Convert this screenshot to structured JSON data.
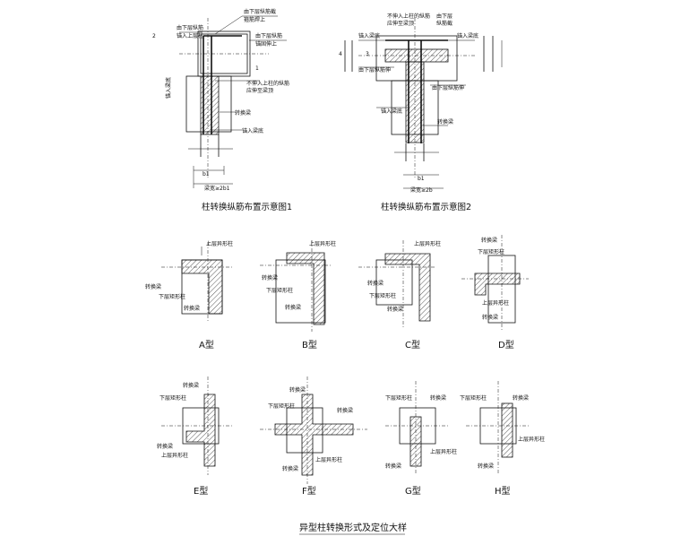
{
  "fig1": {
    "caption": "柱转换纵筋布置示意图1",
    "labels": {
      "l1": "由下层纵筋截",
      "l2": "箍筋焊上",
      "l3": "由下层纵筋",
      "l4": "锚入上层柱",
      "l5": "由下层纵筋",
      "l6": "锚固伸上",
      "l7": "不伸入上柱的纵筋",
      "l8": "应伸至梁顶",
      "l9": "转换梁",
      "l10": "锚入梁底",
      "l11": "锚入梁底",
      "dim": "梁宽≥2b1",
      "n2": "2",
      "n1": "1"
    }
  },
  "fig2": {
    "caption": "柱转换纵筋布置示意图2",
    "labels": {
      "l1": "不伸入上柱的纵筋",
      "l2": "应伸至梁顶",
      "l3": "由下层",
      "l4": "纵筋截",
      "l5": "锚入梁底",
      "l6": "锚入梁底",
      "l7": "由下层纵筋伸",
      "l8": "由下层纵筋伸",
      "l9": "锚入梁底",
      "l10": "转换梁",
      "dim": "梁宽≥2b",
      "n3": "3",
      "n4": "4"
    }
  },
  "types": [
    {
      "name": "A型",
      "upper": "上层异形柱",
      "lower": "下层矩形柱",
      "beam1": "转换梁",
      "beam2": "转换梁"
    },
    {
      "name": "B型",
      "upper": "上层异形柱",
      "lower": "下层矩形柱",
      "beam1": "转换梁",
      "beam2": "转换梁"
    },
    {
      "name": "C型",
      "upper": "上层异形柱",
      "lower": "下层矩形柱",
      "beam1": "转换梁",
      "beam2": "转换梁"
    },
    {
      "name": "D型",
      "upper": "上层异形柱",
      "lower": "下层矩形柱",
      "beam1": "转换梁",
      "beam2": "转换梁"
    },
    {
      "name": "E型",
      "upper": "上层异形柱",
      "lower": "下层矩形柱",
      "beam1": "转换梁",
      "beam2": "转换梁"
    },
    {
      "name": "F型",
      "upper": "上层异形柱",
      "lower": "下层矩形柱",
      "beam1": "转换梁",
      "beam2": "转换梁"
    },
    {
      "name": "G型",
      "upper": "上层异形柱",
      "lower": "下层矩形柱",
      "beam1": "转换梁",
      "beam2": "转换梁"
    },
    {
      "name": "H型",
      "upper": "上层异形柱",
      "lower": "下层矩形柱",
      "beam1": "转换梁",
      "beam2": "转换梁"
    }
  ],
  "main_caption": "异型柱转换形式及定位大样"
}
